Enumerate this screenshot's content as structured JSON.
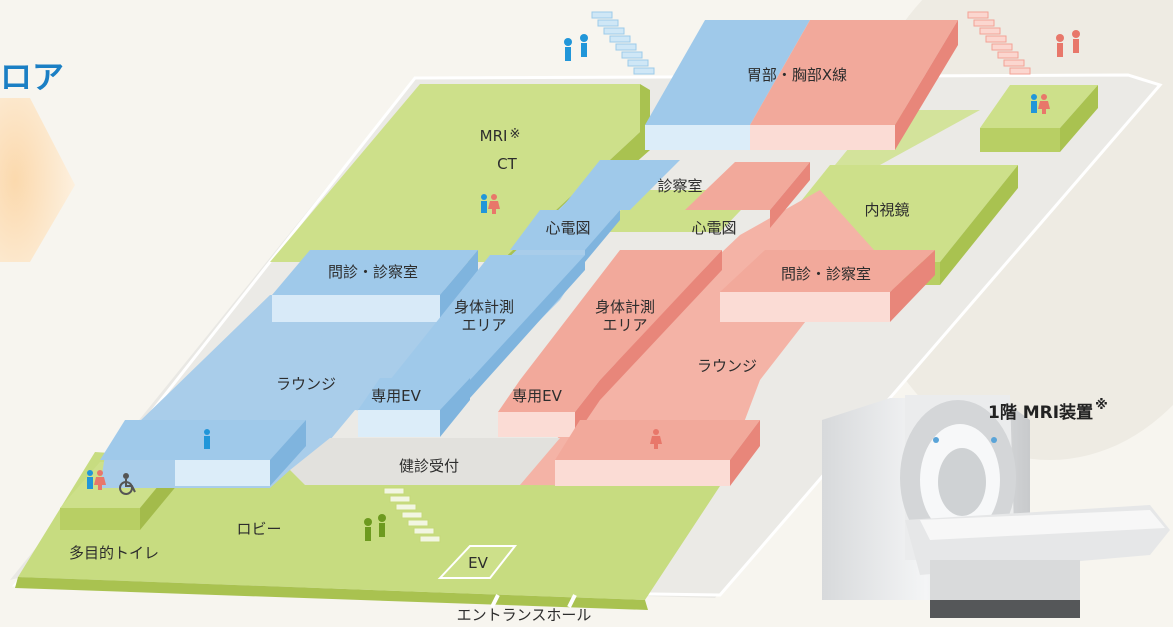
{
  "header": {
    "title_fragment": "ロア"
  },
  "rooms": {
    "xray": "胃部・胸部X線",
    "mri_ct": "MRI",
    "ct": "CT",
    "mri_mark": "※",
    "exam_room": "診察室",
    "ecg_left": "心電図",
    "ecg_right": "心電図",
    "endoscopy": "内視鏡",
    "consult_left": "問診・診察室",
    "consult_right": "問診・診察室",
    "body_measure_left": "身体計測\nエリア",
    "body_measure_right": "身体計測\nエリア",
    "lounge_left": "ラウンジ",
    "lounge_right": "ラウンジ",
    "ev_left": "専用EV",
    "ev_right": "専用EV",
    "reception": "健診受付",
    "lobby": "ロビー",
    "multipurpose_toilet": "多目的トイレ",
    "ev": "EV",
    "entrance_hall": "エントランスホール"
  },
  "mri_device": {
    "caption": "1階 MRI装置",
    "mark": "※"
  },
  "colors": {
    "green": "#c5d97a",
    "blue": "#9fc9ea",
    "red": "#f0a79a",
    "floor": "#ecebe8",
    "title_blue": "#1b7fc4"
  },
  "icons": [
    "restroom-icon",
    "male-icon",
    "female-icon",
    "wheelchair-icon",
    "stairs-icon"
  ]
}
